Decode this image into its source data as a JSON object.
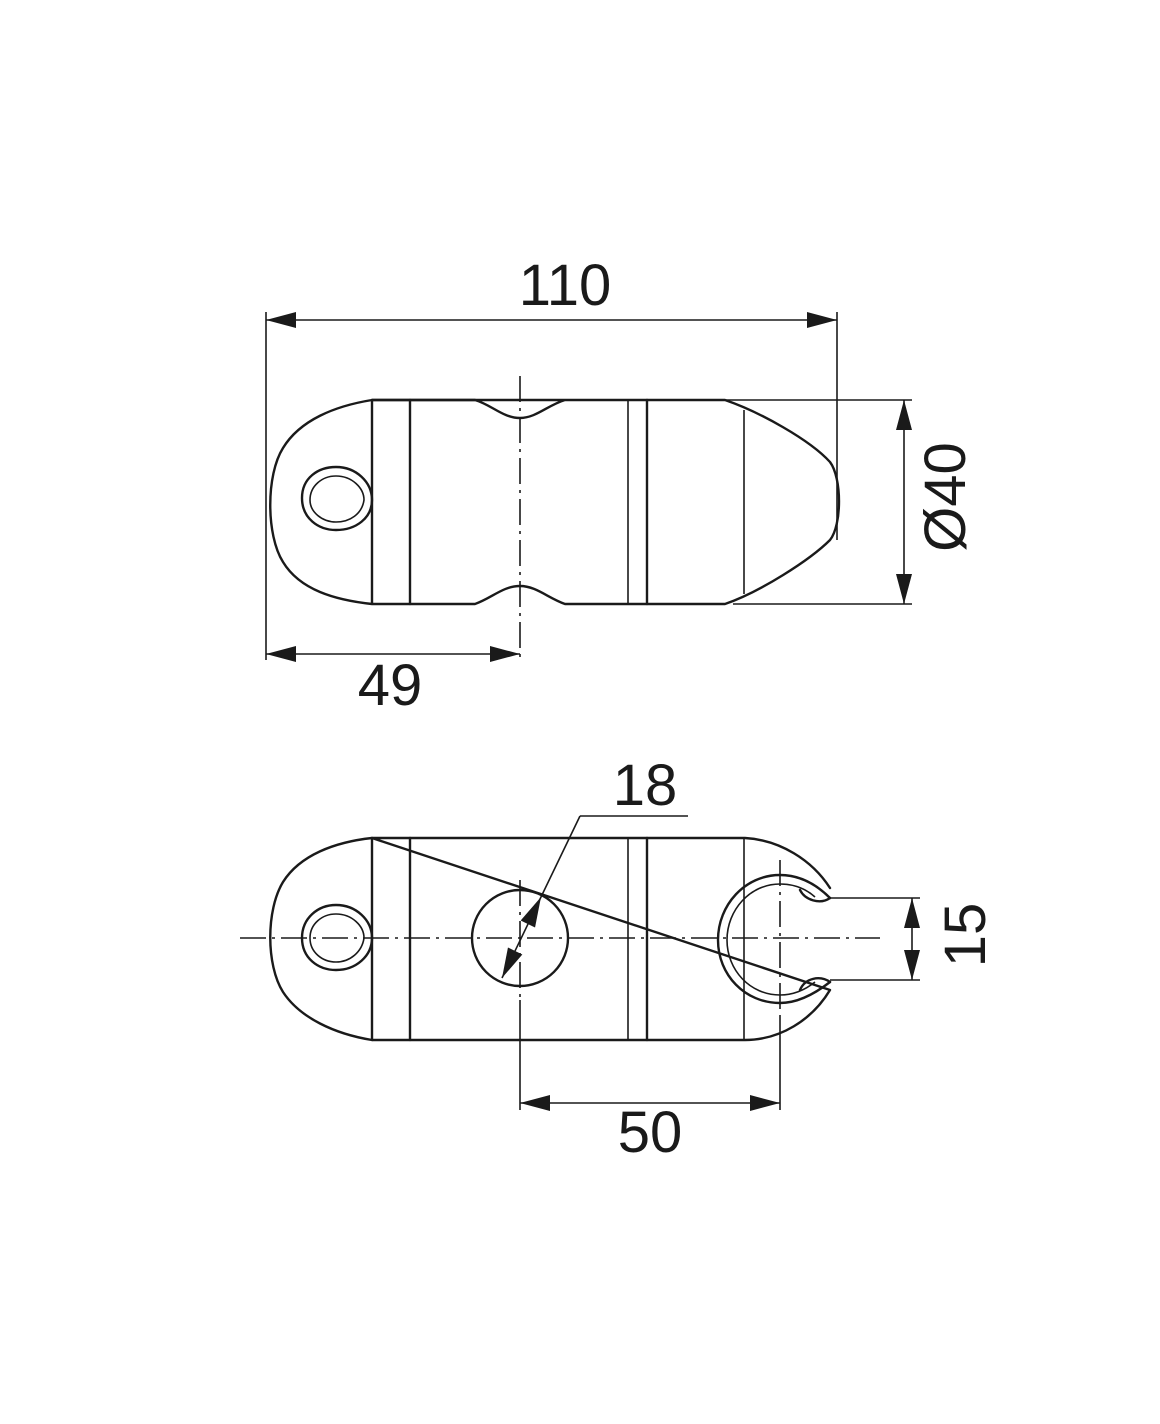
{
  "dimensions": {
    "overall_length": "110",
    "diameter": "Ø40",
    "center_offset": "49",
    "hole_diameter": "18",
    "hole_spacing": "50",
    "slot_width": "15"
  }
}
